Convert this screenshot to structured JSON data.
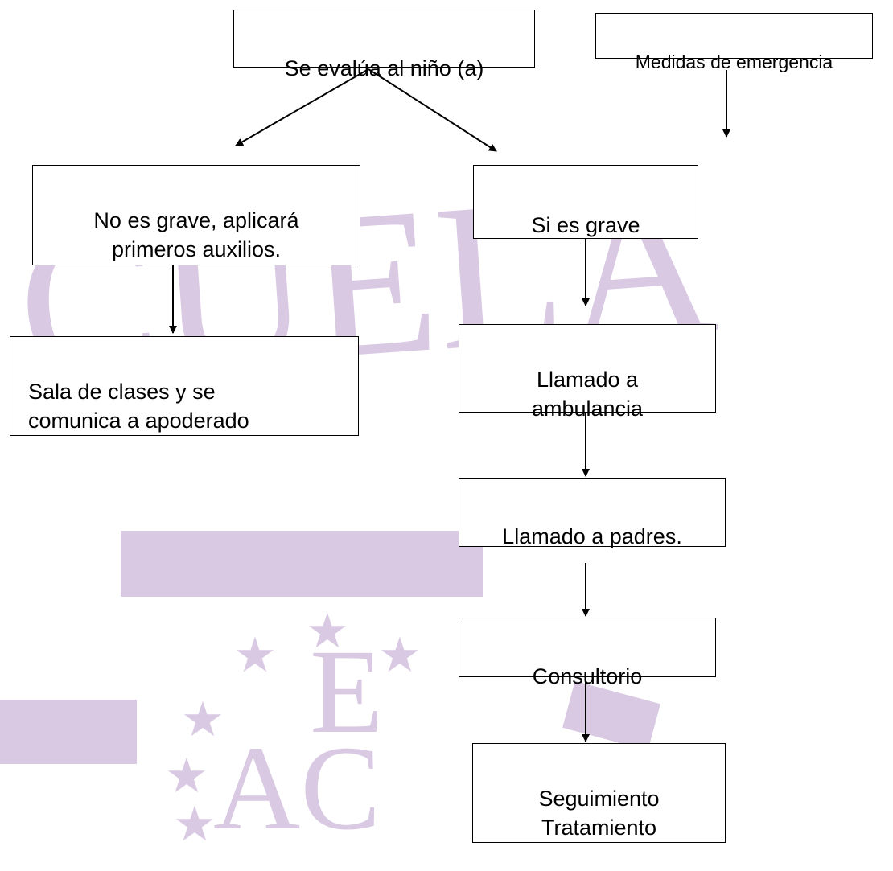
{
  "watermark": {
    "letters_top": "CUELA",
    "letter_e": "E",
    "letters_ac": "AC",
    "color": "#d9c9e3"
  },
  "nodes": {
    "eval": "Se evalúa al niño (a)",
    "medidas": "Medidas de emergencia",
    "no_grave": "No es grave, aplicará\nprimeros auxilios.",
    "si_grave": "Si es grave",
    "sala": "Sala de clases y se\ncomunica a apoderado",
    "ambulancia": "Llamado a\nambulancia",
    "padres": "Llamado a  padres.",
    "consultorio": "Consultorio",
    "seguimiento": "Seguimiento\nTratamiento"
  }
}
